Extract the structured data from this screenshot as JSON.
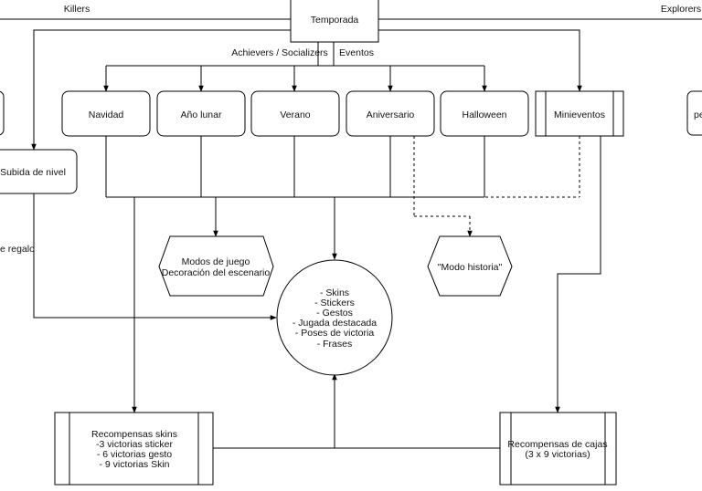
{
  "diagram": {
    "top": {
      "killers": "Killers",
      "temporada": "Temporada",
      "explorers": "Explorers",
      "achievers": "Achievers / Socializers",
      "eventos": "Eventos"
    },
    "events": {
      "navidad": "Navidad",
      "ano_lunar": "Año lunar",
      "verano": "Verano",
      "aniversario": "Aniversario",
      "halloween": "Halloween",
      "minieventos": "Minieventos"
    },
    "left": {
      "subida_nivel": "Subida de nivel",
      "regalo_fragment": "e regalo"
    },
    "right_fragment": "pe",
    "modos": {
      "line1": "Modos de juego",
      "line2": "Decoración del escenario"
    },
    "modo_historia": "\"Modo historia\"",
    "rewards_circle": [
      "- Skins",
      "- Stickers",
      "- Gestos",
      "- Jugada destacada",
      "- Poses de victoria",
      "- Frases"
    ],
    "skins_box": [
      "Recompensas skins",
      "-3 victorias sticker",
      "- 6 victorias gesto",
      "- 9 victorias Skin"
    ],
    "cajas_box": [
      "Recompensas de cajas",
      "(3 x 9 victorias)"
    ]
  }
}
